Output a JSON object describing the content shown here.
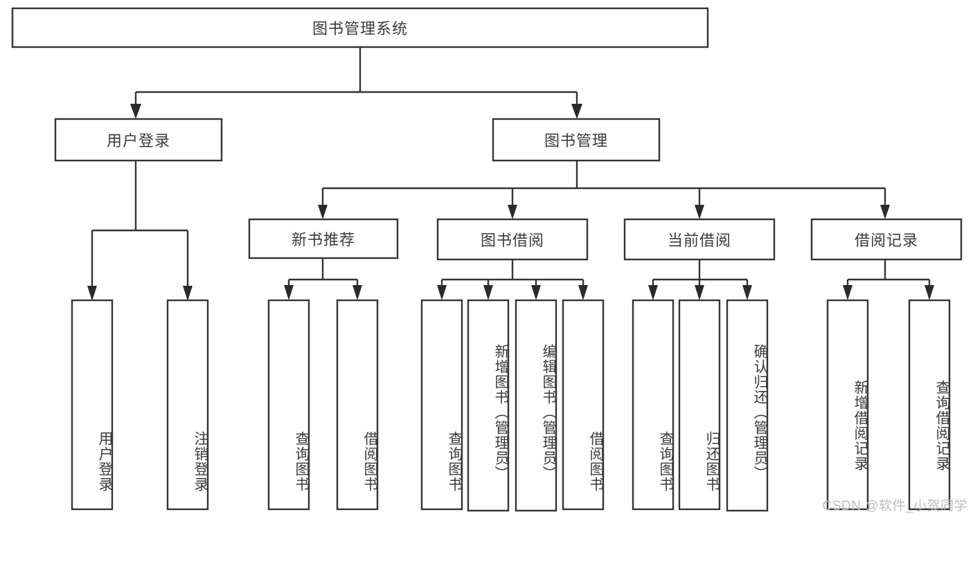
{
  "diagram": {
    "title": "图书管理系统",
    "type": "tree-hierarchy-chart",
    "orientation": "top-down",
    "box_fill": "#ffffff",
    "box_stroke": "#333333",
    "text_color": "#3a3a3a",
    "background": "#ffffff"
  },
  "nodes": {
    "root": {
      "label": "图书管理系统",
      "level": 0,
      "orientation": "horizontal"
    },
    "level1": [
      {
        "id": "user-login",
        "label": "用户登录",
        "orientation": "horizontal"
      },
      {
        "id": "book-management",
        "label": "图书管理",
        "orientation": "horizontal"
      }
    ],
    "level2": [
      {
        "id": "new-book-recommend",
        "label": "新书推荐",
        "orientation": "horizontal",
        "parent": "book-management"
      },
      {
        "id": "book-borrow",
        "label": "图书借阅",
        "orientation": "horizontal",
        "parent": "book-management"
      },
      {
        "id": "current-borrow",
        "label": "当前借阅",
        "orientation": "horizontal",
        "parent": "book-management"
      },
      {
        "id": "borrow-record",
        "label": "借阅记录",
        "orientation": "horizontal",
        "parent": "book-management"
      }
    ],
    "leaves": [
      {
        "id": "leaf-user-login",
        "label": "用户登录",
        "orientation": "vertical",
        "parent": "user-login"
      },
      {
        "id": "leaf-logout-login",
        "label": "注销登录",
        "orientation": "vertical",
        "parent": "user-login"
      },
      {
        "id": "leaf-query-book-1",
        "label": "查询图书",
        "orientation": "vertical",
        "parent": "new-book-recommend"
      },
      {
        "id": "leaf-borrow-book-1",
        "label": "借阅图书",
        "orientation": "vertical",
        "parent": "new-book-recommend"
      },
      {
        "id": "leaf-query-book-2",
        "label": "查询图书",
        "orientation": "vertical",
        "parent": "book-borrow"
      },
      {
        "id": "leaf-add-book",
        "label": "新增图书（管理员）",
        "orientation": "vertical",
        "parent": "book-borrow"
      },
      {
        "id": "leaf-edit-book",
        "label": "编辑图书（管理员）",
        "orientation": "vertical",
        "parent": "book-borrow"
      },
      {
        "id": "leaf-borrow-book-2",
        "label": "借阅图书",
        "orientation": "vertical",
        "parent": "book-borrow"
      },
      {
        "id": "leaf-query-book-3",
        "label": "查询图书",
        "orientation": "vertical",
        "parent": "current-borrow"
      },
      {
        "id": "leaf-return-book",
        "label": "归还图书",
        "orientation": "vertical",
        "parent": "current-borrow"
      },
      {
        "id": "leaf-confirm-return",
        "label": "确认归还（管理员）",
        "orientation": "vertical",
        "parent": "current-borrow"
      },
      {
        "id": "leaf-add-borrow-record",
        "label": "新增借阅记录",
        "orientation": "vertical",
        "parent": "borrow-record"
      },
      {
        "id": "leaf-query-borrow-record",
        "label": "查询借阅记录",
        "orientation": "vertical",
        "parent": "borrow-record"
      }
    ]
  },
  "watermark": {
    "text": "CSDN @软件_小贺同学",
    "color": "#bdbdbd"
  }
}
